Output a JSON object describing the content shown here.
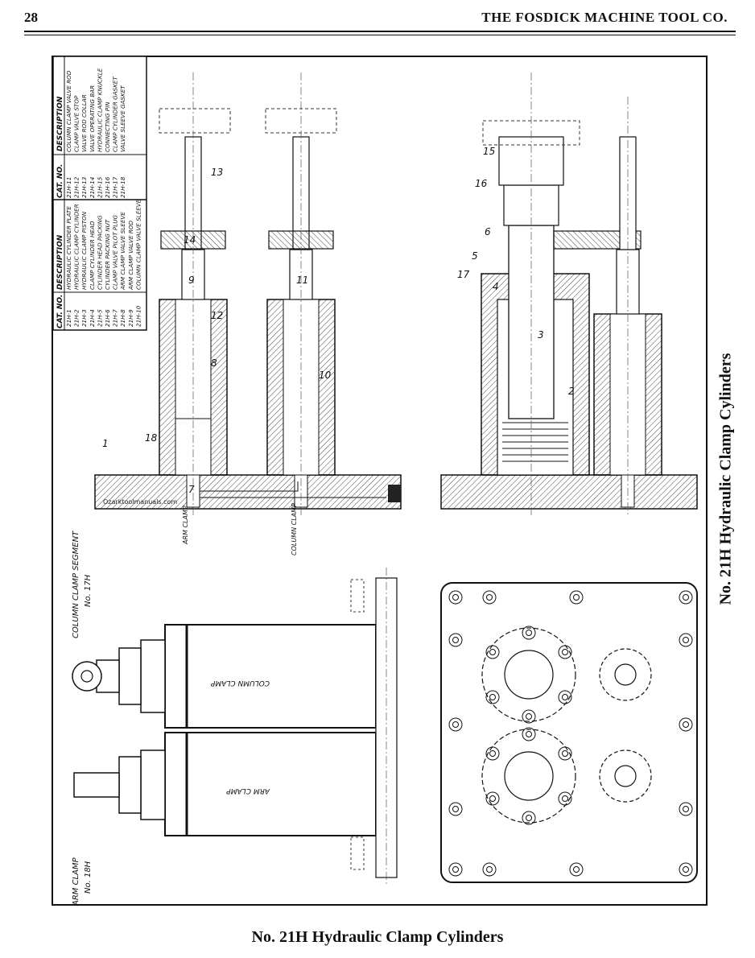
{
  "header": {
    "page_number": "28",
    "company": "THE FOSDICK MACHINE TOOL CO."
  },
  "side_title": "No. 21H Hydraulic Clamp Cylinders",
  "caption": "No. 21H Hydraulic Clamp Cylinders",
  "parts_table": {
    "headers": [
      "CAT. NO.",
      "DESCRIPTION",
      "CAT. NO.",
      "DESCRIPTION"
    ],
    "left": [
      {
        "cat": "21H-1",
        "desc": "HYDRAULIC CYLINDER PLATE"
      },
      {
        "cat": "21H-2",
        "desc": "HYDRAULIC CLAMP CYLINDER"
      },
      {
        "cat": "21H-3",
        "desc": "HYDRAULIC CLAMP PISTON"
      },
      {
        "cat": "21H-4",
        "desc": "CLAMP CYLINDER HEAD"
      },
      {
        "cat": "21H-5",
        "desc": "CYLINDER HEAD PACKING"
      },
      {
        "cat": "21H-6",
        "desc": "CYLINDER PACKING NUT"
      },
      {
        "cat": "21H-7",
        "desc": "CLAMP VALVE PILOT PLUG"
      },
      {
        "cat": "21H-8",
        "desc": "ARM CLAMP VALVE SLEEVE"
      },
      {
        "cat": "21H-9",
        "desc": "ARM CLAMP VALVE ROD"
      },
      {
        "cat": "21H-10",
        "desc": "COLUMN CLAMP VALVE SLEEVE"
      }
    ],
    "right": [
      {
        "cat": "21H-11",
        "desc": "COLUMN CLAMP VALVE ROD"
      },
      {
        "cat": "21H-12",
        "desc": "CLAMP VALVE STOP"
      },
      {
        "cat": "21H-13",
        "desc": "VALVE ROD COLLAR"
      },
      {
        "cat": "21H-14",
        "desc": "VALVE OPERATING BAR"
      },
      {
        "cat": "21H-15",
        "desc": "HYDRAULIC CLAMP KNUCKLE"
      },
      {
        "cat": "21H-16",
        "desc": "CONNECTING PIN"
      },
      {
        "cat": "21H-17",
        "desc": "CLAMP CYLINDER GASKET"
      },
      {
        "cat": "21H-18",
        "desc": "VALVE SLEEVE GASKET"
      }
    ]
  },
  "drawing_labels": {
    "arm_clamp_title": "ARM CLAMP",
    "arm_clamp_no": "No. 18H",
    "column_segment_title": "COLUMN CLAMP SEGMENT",
    "column_segment_no": "No. 17H",
    "arm_clamp_tag": "ARM CLAMP",
    "column_clamp_tag": "COLUMN CLAMP",
    "body_label_column": "COLUMN CLAMP",
    "body_label_arm": "ARM CLAMP",
    "watermark": "Ozarktoolmanuals.com"
  },
  "callouts": [
    "1",
    "2",
    "3",
    "4",
    "5",
    "6",
    "7",
    "8",
    "9",
    "10",
    "11",
    "12",
    "13",
    "14",
    "15",
    "16",
    "17",
    "18"
  ]
}
